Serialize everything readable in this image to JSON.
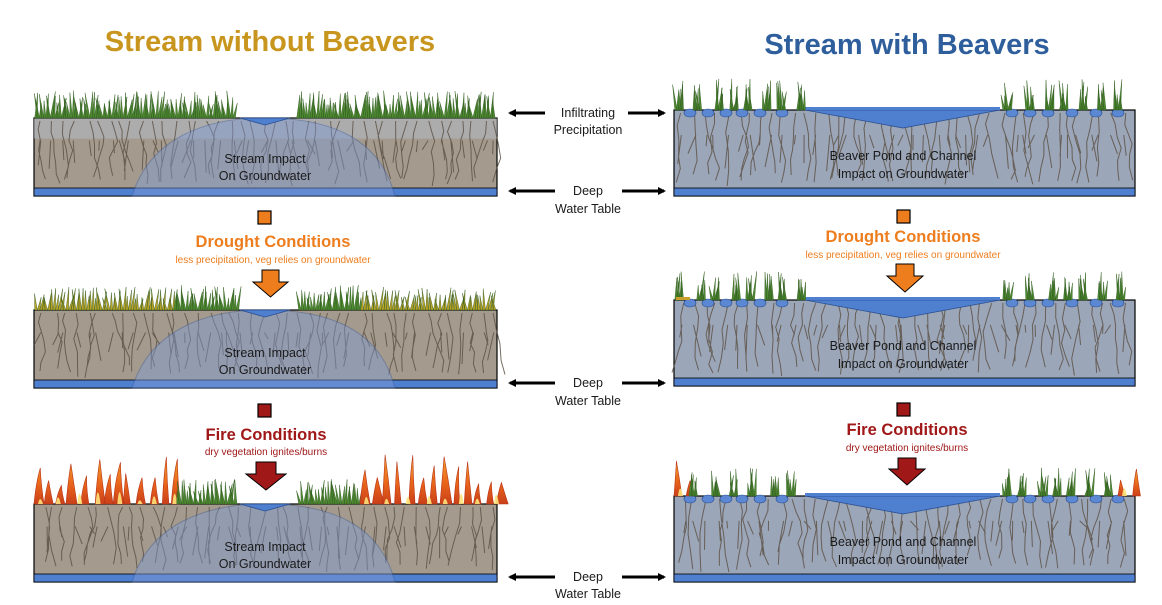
{
  "titles": {
    "left": "Stream without Beavers",
    "right": "Stream with Beavers"
  },
  "colors": {
    "left_title": "#c8961e",
    "right_title": "#2e5f9c",
    "drought": "#ee7d1e",
    "fire": "#a01818",
    "soil": "#a49b8e",
    "water": "#4f7fcf",
    "grass": "#4f8a32"
  },
  "center_labels": {
    "infiltrating": [
      "Infiltrating",
      "Precipitation"
    ],
    "deep_water": [
      "Deep",
      "Water Table"
    ]
  },
  "panel_labels": {
    "left": [
      "Stream Impact",
      "On Groundwater"
    ],
    "right": [
      "Beaver Pond and Channel",
      "Impact on Groundwater"
    ]
  },
  "conditions": {
    "drought": {
      "title": "Drought Conditions",
      "subtitle": "less precipitation, veg relies on groundwater"
    },
    "fire": {
      "title": "Fire Conditions",
      "subtitle": "dry vegetation ignites/burns"
    }
  }
}
